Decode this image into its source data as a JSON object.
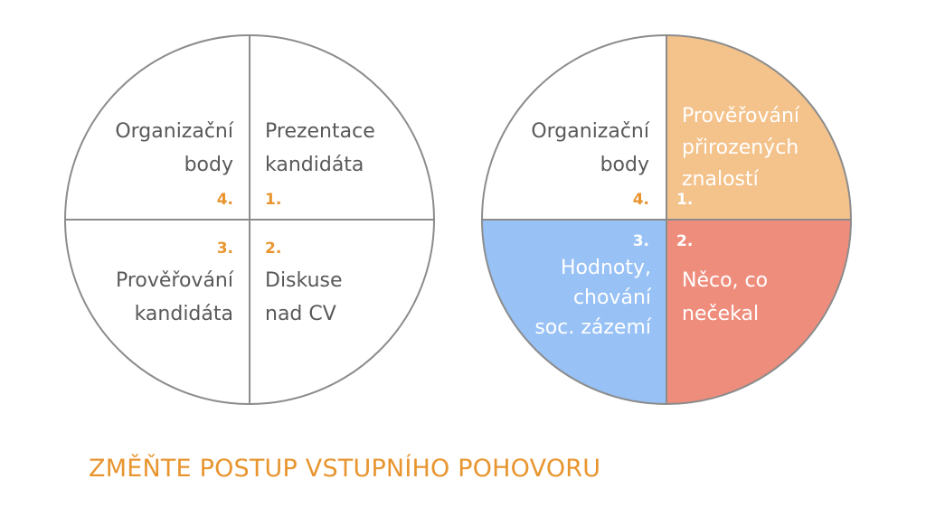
{
  "colors": {
    "accent": "#e8952f",
    "outline": "#8c8c8c",
    "text": "#595959",
    "q1_fill": "#f4c28b",
    "q2_fill": "#ef8d7d",
    "q3_fill": "#98c1f5"
  },
  "title": "ZMĚŇTE POSTUP VSTUPNÍHO POHOVORU",
  "left_circle": {
    "q1": {
      "number": "1.",
      "line1": "Prezentace",
      "line2": "kandidáta"
    },
    "q2": {
      "number": "2.",
      "line1": "Diskuse",
      "line2": "nad CV"
    },
    "q3": {
      "number": "3.",
      "line1": "Prověřování",
      "line2": "kandidáta"
    },
    "q4": {
      "number": "4.",
      "line1": "Organizační",
      "line2": "body"
    }
  },
  "right_circle": {
    "q1": {
      "number": "1.",
      "line1": "Prověřování",
      "line2": "přirozených",
      "line3": "znalostí"
    },
    "q2": {
      "number": "2.",
      "line1": "Něco, co",
      "line2": "nečekal"
    },
    "q3": {
      "number": "3.",
      "line1": "Hodnoty,",
      "line2": "chování",
      "line3": "soc. zázemí"
    },
    "q4": {
      "number": "4.",
      "line1": "Organizační",
      "line2": "body"
    }
  }
}
